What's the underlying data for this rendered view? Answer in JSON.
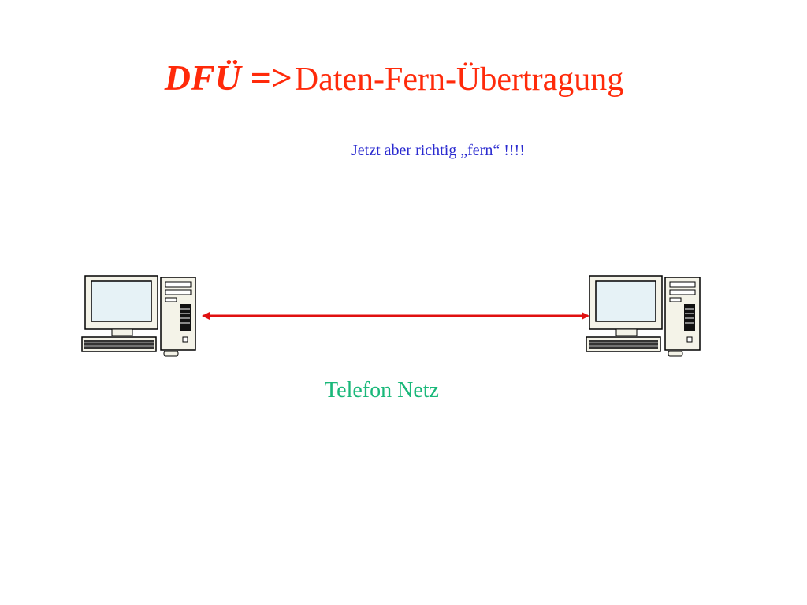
{
  "slide": {
    "title_abbr": "DFÜ =>",
    "title_full": "Daten-Fern-Übertragung",
    "subtitle": "Jetzt aber richtig „fern“ !!!!",
    "network_label": "Telefon Netz"
  },
  "colors": {
    "title": "#ff2a0a",
    "subtitle": "#2b2bd0",
    "network_label": "#1ab87a",
    "link_line": "#e01010",
    "screen": "#e6f2f6",
    "case": "#f4f3e8"
  },
  "icons": [
    "desktop-computer-icon",
    "desktop-computer-icon"
  ]
}
